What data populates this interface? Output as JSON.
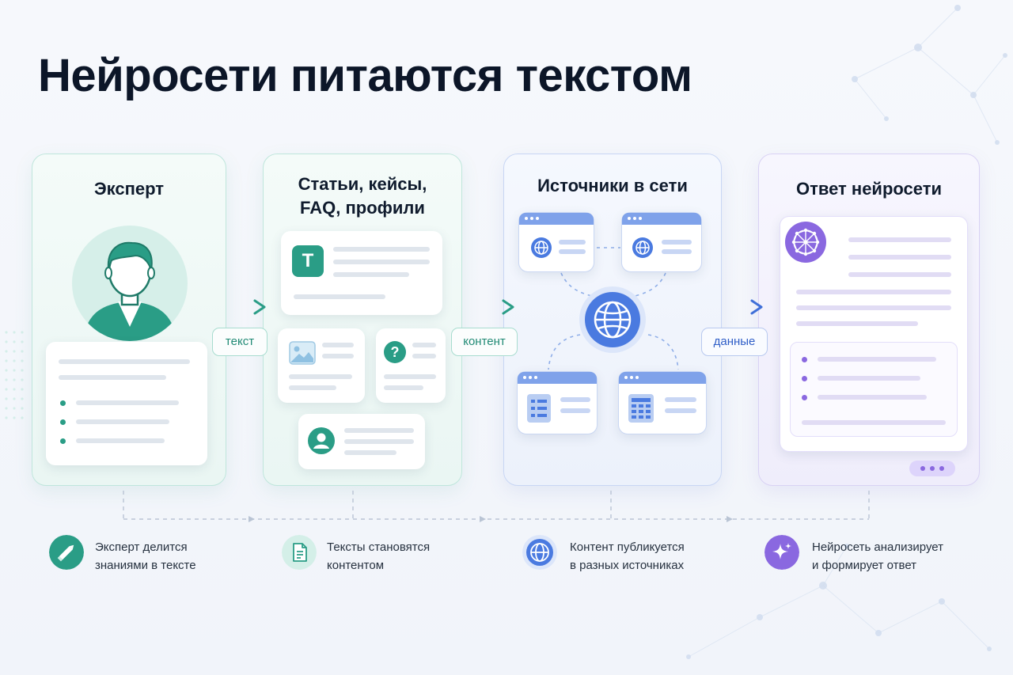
{
  "title": "Нейросети питаются текстом",
  "panels": {
    "expert": {
      "title": "Эксперт"
    },
    "content": {
      "title_line1": "Статьи, кейсы,",
      "title_line2": "FAQ, профили",
      "text_icon_letter": "T",
      "faq_icon_glyph": "?"
    },
    "sources": {
      "title": "Источники в сети"
    },
    "answer": {
      "title": "Ответ нейросети"
    }
  },
  "connectors": {
    "text_label": "текст",
    "content_label": "контент",
    "data_label": "данные"
  },
  "captions": [
    {
      "text_line1": "Эксперт делится",
      "text_line2": "знаниями в тексте",
      "icon": "pencil-icon"
    },
    {
      "text_line1": "Тексты становятся",
      "text_line2": "контентом",
      "icon": "document-icon"
    },
    {
      "text_line1": "Контент публикуется",
      "text_line2": "в разных источниках",
      "icon": "globe-icon"
    },
    {
      "text_line1": "Нейросеть анализирует",
      "text_line2": "и формирует ответ",
      "icon": "sparkle-icon"
    }
  ],
  "colors": {
    "teal": "#2a9d86",
    "blue": "#4a7ae0",
    "purple": "#8a68e0"
  }
}
